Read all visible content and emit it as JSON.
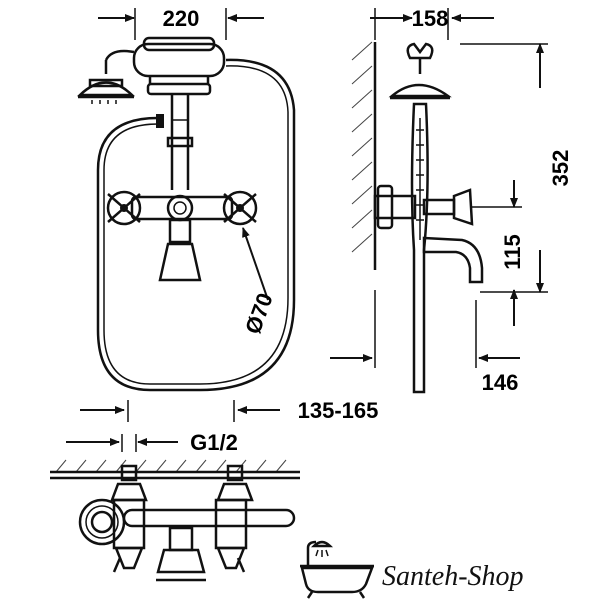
{
  "dimensions": {
    "front_width": "220",
    "side_depth": "158",
    "height_total": "352",
    "height_spout": "115",
    "spout_reach": "146",
    "handle_diameter": "Ø70",
    "center_distance": "135-165",
    "thread": "G1/2"
  },
  "brand": {
    "name": "Santeh-Shop",
    "logo_icon": "bathtub-with-shower-icon"
  },
  "colors": {
    "line": "#111111",
    "background": "#ffffff"
  }
}
